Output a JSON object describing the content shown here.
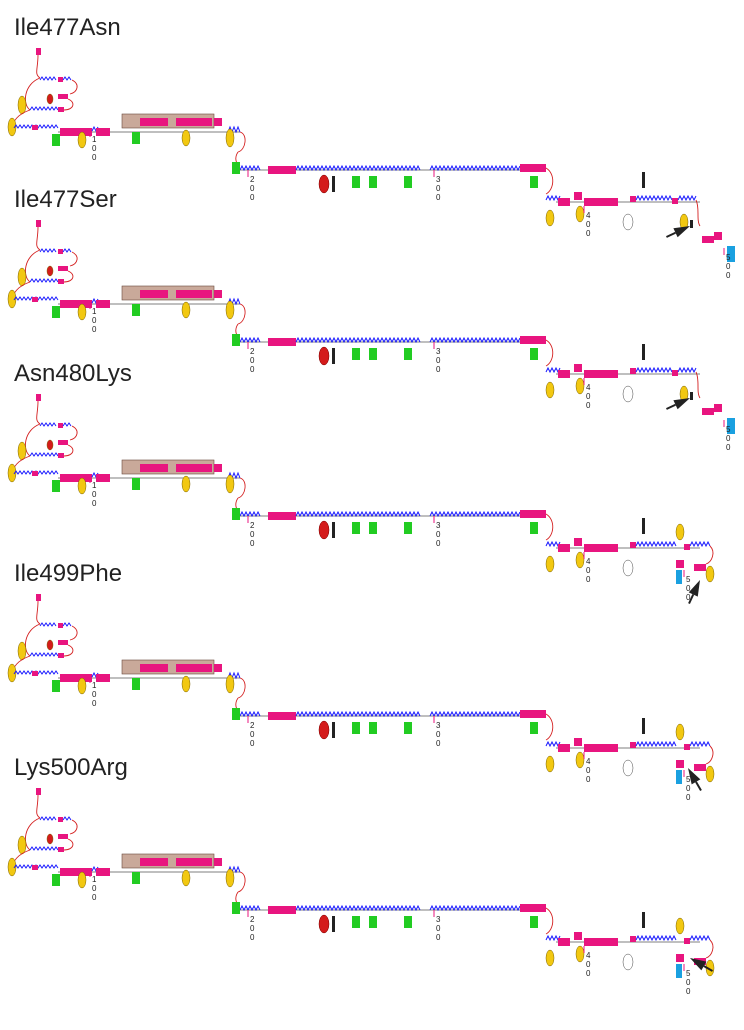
{
  "panels": [
    {
      "title": "Ile477Asn",
      "variant": "asn477"
    },
    {
      "title": "Ile477Ser",
      "variant": "ser477"
    },
    {
      "title": "Asn480Lys",
      "variant": "lys480"
    },
    {
      "title": "Ile499Phe",
      "variant": "phe499"
    },
    {
      "title": "Lys500Arg",
      "variant": "arg500"
    }
  ],
  "ruler_labels": [
    "1\n0\n0",
    "2\n0\n0",
    "3\n0\n0",
    "4\n0\n0",
    "5\n0\n0"
  ],
  "colors": {
    "helix": "#e8157f",
    "strand_green": "#22cc22",
    "turn": "#1a1aff",
    "coil": "#d42020",
    "ellipse_yellow": "#f2c811",
    "ellipse_red": "#d41b1b",
    "domain_box": "#c9a99a",
    "cyan_bar": "#1aa0e0",
    "arrow": "#222222"
  }
}
